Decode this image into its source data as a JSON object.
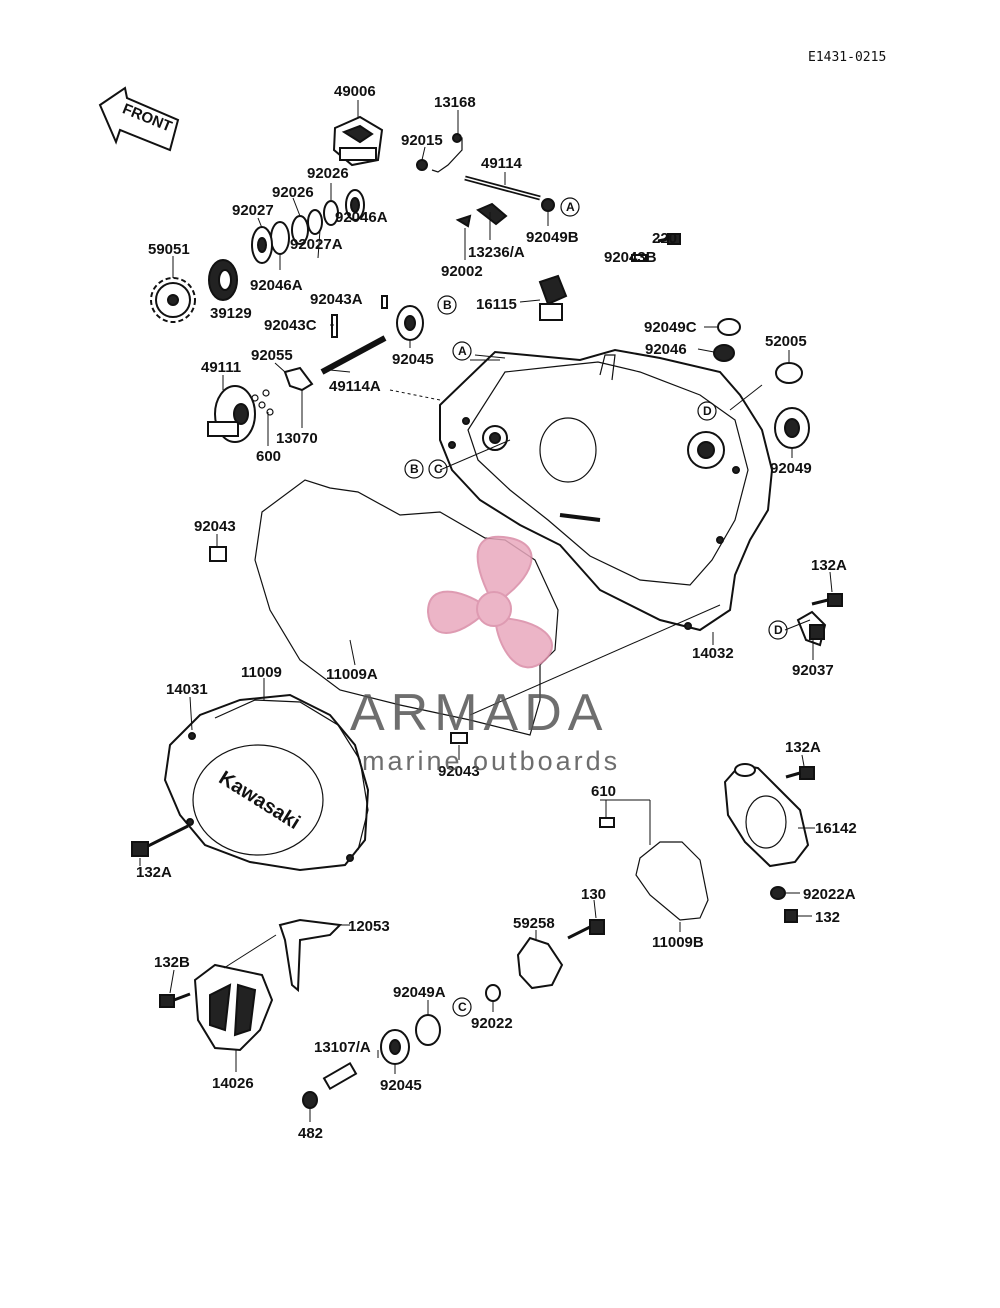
{
  "reference_code": "E1431-0215",
  "front_arrow": {
    "label": "FRONT"
  },
  "watermark": {
    "brand": "ARMADA",
    "tagline": "marine outboards",
    "color": "#e9a9be"
  },
  "callouts": [
    "A",
    "B",
    "C",
    "D"
  ],
  "labels": {
    "p49006": "49006",
    "p13168": "13168",
    "p92015": "92015",
    "p49114": "49114",
    "p92026a": "92026",
    "p92026b": "92026",
    "p92027": "92027",
    "p92046a_1": "92046A",
    "p92046a_2": "92046A",
    "p92027a": "92027A",
    "p59051": "59051",
    "p39129": "39129",
    "p92043a": "92043A",
    "p13236a": "13236/A",
    "p92049b": "92049B",
    "p92002": "92002",
    "p220": "220",
    "p92043b": "92043B",
    "p16115": "16115",
    "p92043c": "92043C",
    "p92045a": "92045",
    "p92049c": "92049C",
    "p92046": "92046",
    "p52005": "52005",
    "p49111": "49111",
    "p92055": "92055",
    "p49114a": "49114A",
    "p13070": "13070",
    "p600": "600",
    "p92049": "92049",
    "p92043_1": "92043",
    "p132a_1": "132A",
    "p14032": "14032",
    "p92037": "92037",
    "p11009a": "11009A",
    "p14031": "14031",
    "p11009": "11009",
    "p92043_2": "92043",
    "p132a_2": "132A",
    "p610": "610",
    "p16142": "16142",
    "p132a_3": "132A",
    "p92022a": "92022A",
    "p132": "132",
    "p130": "130",
    "p11009b": "11009B",
    "p12053": "12053",
    "p59258": "59258",
    "p132b": "132B",
    "p92049a": "92049A",
    "p92022": "92022",
    "p13107a": "13107/A",
    "p92045b": "92045",
    "p14026": "14026",
    "p482": "482"
  }
}
